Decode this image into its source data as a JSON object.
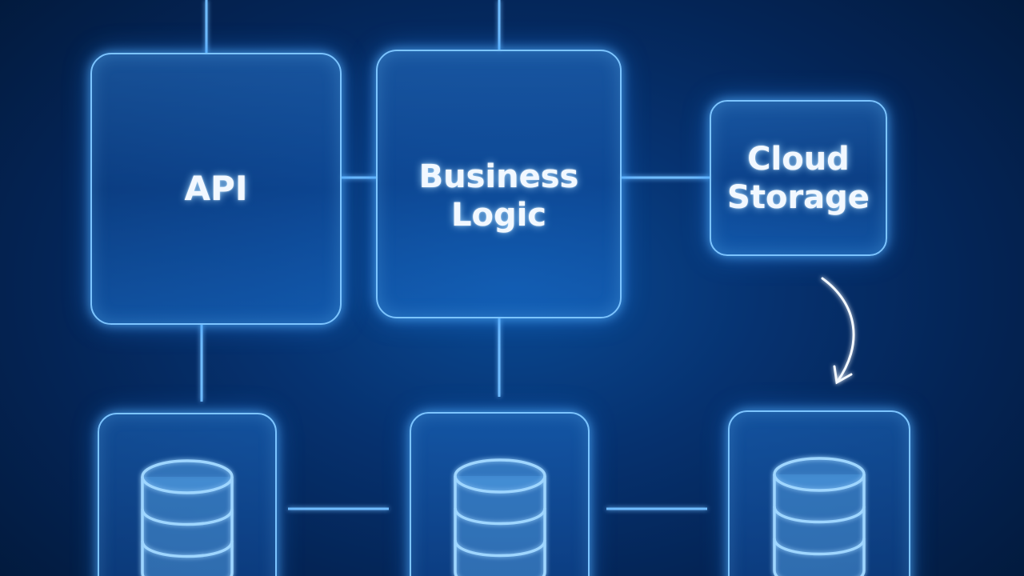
{
  "diagram": {
    "nodes": [
      {
        "id": "api",
        "label": "API"
      },
      {
        "id": "business",
        "label": "Business\nLogic"
      },
      {
        "id": "cloud",
        "label": "Cloud\nStorage"
      }
    ],
    "databases": [
      {
        "id": "db-1",
        "icon": "database-icon"
      },
      {
        "id": "db-2",
        "icon": "database-icon"
      },
      {
        "id": "db-3",
        "icon": "database-icon"
      }
    ],
    "connections": [
      {
        "from": "api",
        "to": "business"
      },
      {
        "from": "business",
        "to": "cloud"
      },
      {
        "from": "api",
        "to": "db-1"
      },
      {
        "from": "business",
        "to": "db-2"
      },
      {
        "from": "cloud",
        "to": "db-3",
        "style": "curved-arrow"
      },
      {
        "from": "db-1",
        "to": "db-2"
      },
      {
        "from": "db-2",
        "to": "db-3"
      }
    ],
    "colors": {
      "background": "#063270",
      "line": "#7cc4ff",
      "text": "#f2f8ff"
    }
  }
}
